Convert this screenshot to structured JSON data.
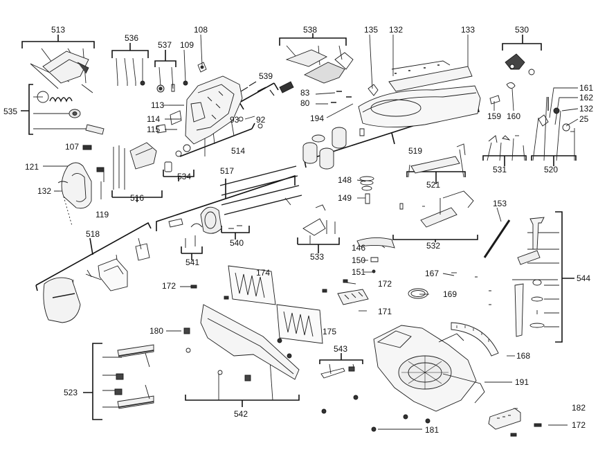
{
  "diagram": {
    "labels": {
      "l513": "513",
      "l536": "536",
      "l108": "108",
      "l538": "538",
      "l135": "135",
      "l132a": "132",
      "l133": "133",
      "l530": "530",
      "l537": "537",
      "l109": "109",
      "l539": "539",
      "l535": "535",
      "l83": "83",
      "l80": "80",
      "l194": "194",
      "l113": "113",
      "l161": "161",
      "l162": "162",
      "l132b": "132",
      "l25": "25",
      "l114": "114",
      "l93": "93",
      "l92": "92",
      "l159": "159",
      "l160": "160",
      "l115": "115",
      "l107": "107",
      "l514": "514",
      "l519": "519",
      "l531": "531",
      "l520": "520",
      "l534": "534",
      "l121": "121",
      "l517": "517",
      "l521": "521",
      "l148": "148",
      "l516": "516",
      "l132c": "132",
      "l119": "119",
      "l149": "149",
      "l153": "153",
      "l540": "540",
      "l532": "532",
      "l518": "518",
      "l146": "146",
      "l541": "541",
      "l533": "533",
      "l150": "150",
      "l544": "544",
      "l151": "151",
      "l167": "167",
      "l174": "174",
      "l172a": "172",
      "l172b": "172",
      "l169": "169",
      "l171": "171",
      "l180": "180",
      "l175": "175",
      "l543": "543",
      "l168": "168",
      "l523": "523",
      "l191": "191",
      "l542": "542",
      "l182": "182",
      "l172c": "172",
      "l181": "181"
    }
  }
}
